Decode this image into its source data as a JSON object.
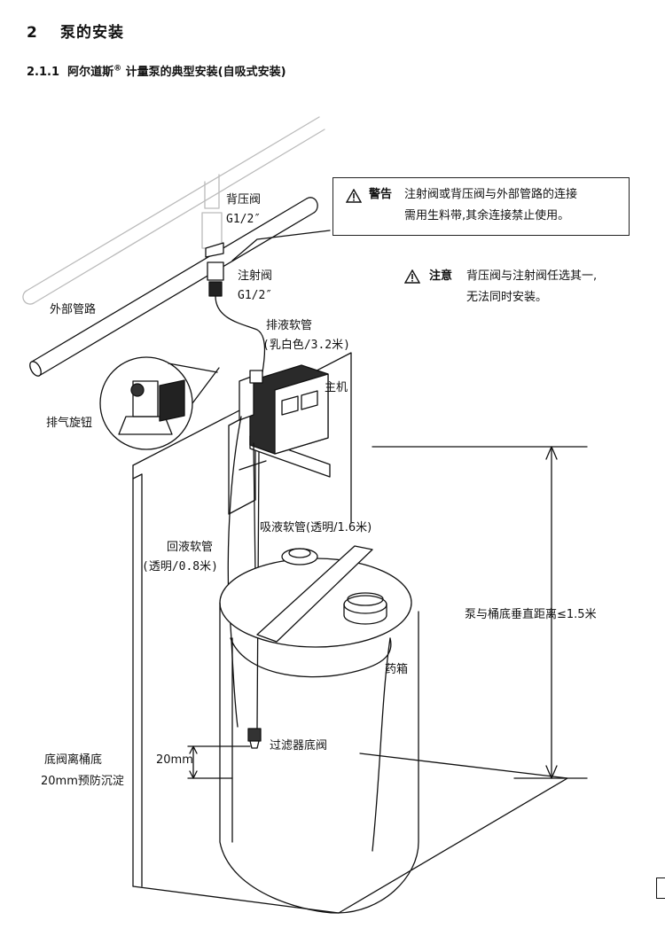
{
  "heading": {
    "number": "2",
    "title": "泵的安装"
  },
  "subheading": {
    "number": "2.1.1",
    "text_before": "阿尔道斯",
    "reg": "®",
    "text_after": "计量泵的典型安装(自吸式安装)"
  },
  "warning": {
    "label": "警告",
    "line1": "注射阀或背压阀与外部管路的连接",
    "line2": "需用生料带,其余连接禁止使用。"
  },
  "caution": {
    "label": "注意",
    "line1": "背压阀与注射阀任选其一,",
    "line2": "无法同时安装。"
  },
  "labels": {
    "back_pressure_valve": "背压阀",
    "back_pressure_size": "G1/2″",
    "injection_valve": "注射阀",
    "injection_size": "G1/2″",
    "external_pipe": "外部管路",
    "discharge_hose": "排液软管",
    "discharge_hose_spec": "(乳白色/3.2米)",
    "main_unit": "主机",
    "vent_knob": "排气旋钮",
    "suction_hose": "吸液软管(透明/1.6米)",
    "return_hose": "回液软管",
    "return_hose_spec": "(透明/0.8米)",
    "vertical_distance": "泵与桶底垂直距离≤1.5米",
    "tank": "药箱",
    "foot_valve": "过滤器底阀",
    "gap": "20mm",
    "foot_note_line1": "底阀离桶底",
    "foot_note_line2": "20mm预防沉淀"
  }
}
